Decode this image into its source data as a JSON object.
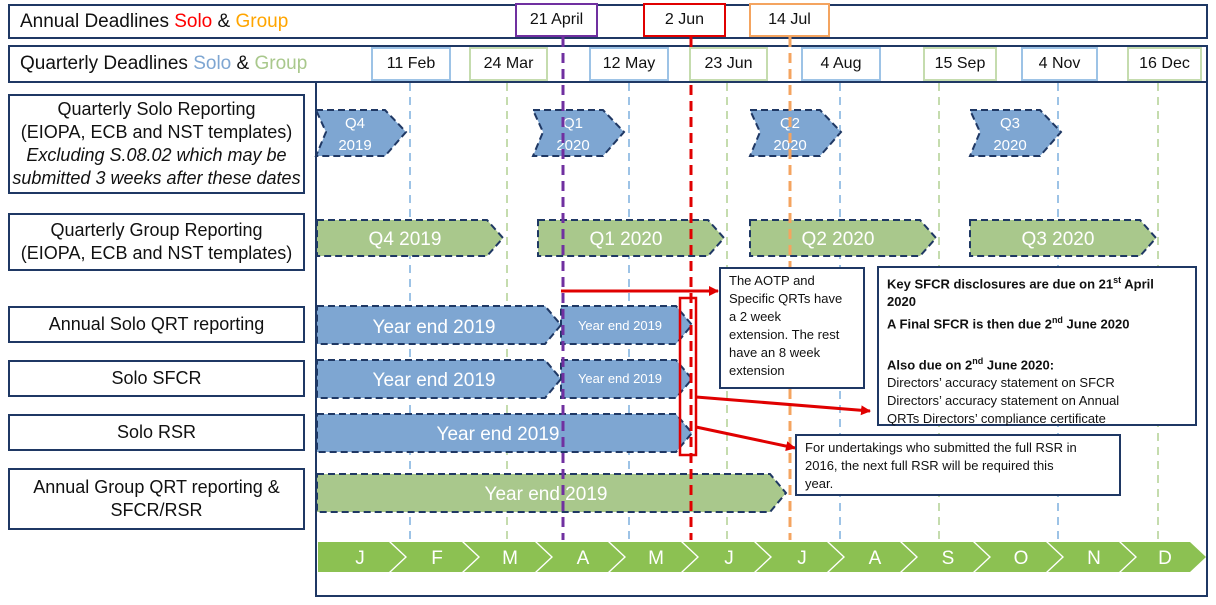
{
  "colors": {
    "navy": "#1f3864",
    "solo": "#7ea6d2",
    "group": "#a9c88c",
    "annual_solo_marker": "#ff0000",
    "annual_group_marker": "#ffa500",
    "april_marker": "#7030a0",
    "june_marker": "#e00000",
    "jul_marker": "#f4a460",
    "month_strip": "#8cc152"
  },
  "annual_header": {
    "prefix": "Annual Deadlines ",
    "solo": "Solo",
    "amp": " & ",
    "group": "Group"
  },
  "quarterly_header": {
    "prefix": "Quarterly Deadlines ",
    "solo": "Solo",
    "amp": " & ",
    "group": "Group"
  },
  "annual_dates": [
    "21 April",
    "2 Jun",
    "14 Jul"
  ],
  "quarterly_dates": [
    "11 Feb",
    "24 Mar",
    "12 May",
    "23 Jun",
    "4 Aug",
    "15 Sep",
    "4 Nov",
    "16 Dec"
  ],
  "rows": {
    "quarterly_solo": {
      "line1": "Quarterly Solo Reporting",
      "line2": "(EIOPA, ECB and NST templates)",
      "line3": "Excluding S.08.02 which may be",
      "line4": "submitted 3 weeks after these dates"
    },
    "quarterly_group": {
      "line1": "Quarterly Group Reporting",
      "line2": "(EIOPA, ECB and NST templates)"
    },
    "annual_solo_qrt": {
      "line1": "Annual Solo QRT reporting"
    },
    "solo_sfcr": {
      "line1": "Solo SFCR"
    },
    "solo_rsr": {
      "line1": "Solo RSR"
    },
    "annual_group": {
      "line1": "Annual Group QRT reporting &",
      "line2": "SFCR/RSR"
    }
  },
  "bars": {
    "solo_quarters": [
      [
        "Q4",
        "2019"
      ],
      [
        "Q1",
        "2020"
      ],
      [
        "Q2",
        "2020"
      ],
      [
        "Q3",
        "2020"
      ]
    ],
    "group_quarters": [
      "Q4 2019",
      "Q1 2020",
      "Q2 2020",
      "Q3 2020"
    ],
    "annual_solo_qrt": [
      "Year end 2019",
      "Year end 2019"
    ],
    "solo_sfcr": [
      "Year end 2019",
      "Year end 2019"
    ],
    "solo_rsr": "Year end 2019",
    "annual_group": "Year end 2019"
  },
  "months": [
    "J",
    "F",
    "M",
    "A",
    "M",
    "J",
    "J",
    "A",
    "S",
    "O",
    "N",
    "D"
  ],
  "notes": {
    "aotp": {
      "lines": [
        "The AOTP and",
        "Specific QRTs have",
        "a 2 week",
        "extension. The rest",
        "have an 8 week",
        "extension"
      ]
    },
    "sfcr": {
      "l1a": "Key SFCR disclosures are due on 21",
      "l1sup": "st",
      "l1b": " April",
      "l2": "2020",
      "l3a": "A Final SFCR is then due 2",
      "l3sup": "nd",
      "l3b": " June 2020",
      "l4a": "Also due on 2",
      "l4sup": "nd",
      "l4b": " June 2020:",
      "l5": "Directors’ accuracy statement on SFCR",
      "l6": "Directors’ accuracy statement on Annual",
      "l7": "QRTs Directors’ compliance certificate"
    },
    "rsr": {
      "lines": [
        "For undertakings who submitted the full RSR in",
        "2016, the next full RSR will be required this",
        "year."
      ]
    }
  }
}
